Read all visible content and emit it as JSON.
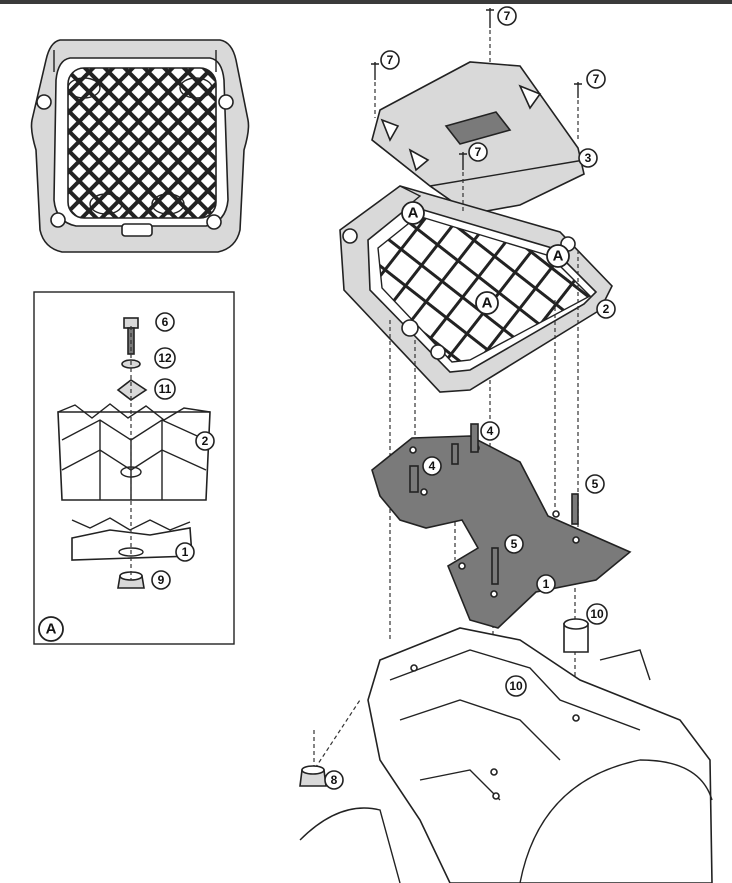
{
  "part_callouts": {
    "screw_top": "7",
    "screw_left": "7",
    "screw_right": "7",
    "screw_plate": "7",
    "cover": "3",
    "base": "2",
    "bolt_left": "4",
    "bolt_center": "4",
    "bolt_right_top": "5",
    "bolt_right_low": "5",
    "plate": "1",
    "spacer_right": "10",
    "spacer_left": "10",
    "nut_bottom": "8",
    "detail_screw": "6",
    "detail_washer": "12",
    "detail_square_washer": "11",
    "detail_base": "2",
    "detail_plate": "1",
    "detail_nut": "9"
  },
  "detail_markers": {
    "marker_1": "A",
    "marker_2": "A",
    "marker_3": "A",
    "detail_label": "A"
  },
  "colors": {
    "line": "#222222",
    "plate_fill": "#7a7a7a",
    "part_fill": "#d9d9d9",
    "background": "#ffffff",
    "top_bar": "#3a3a3a"
  }
}
